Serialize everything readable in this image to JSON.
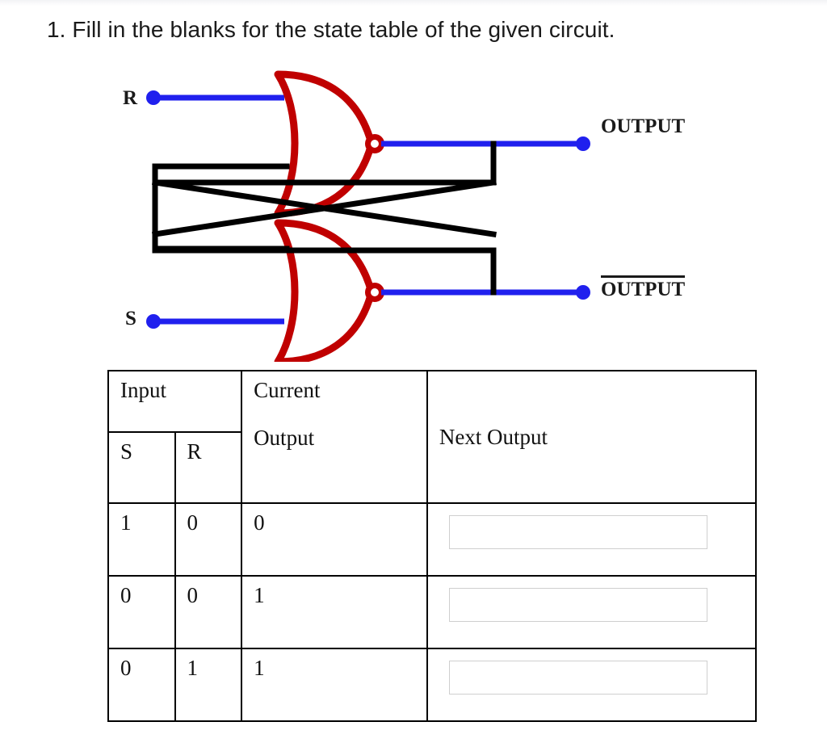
{
  "question": {
    "title": "1. Fill in the blanks for the state table of the given circuit."
  },
  "circuit": {
    "type": "sr-latch-nor",
    "gate_type": "NOR",
    "gate_color": "#C00000",
    "wire_color": "#2020EE",
    "feedback_color": "#000000",
    "inputs": [
      {
        "name": "input-r",
        "label": "R"
      },
      {
        "name": "input-s",
        "label": "S"
      }
    ],
    "outputs": [
      {
        "name": "output-q",
        "label": "OUTPUT",
        "overline": false
      },
      {
        "name": "output-q-bar",
        "label": "OUTPUT",
        "overline": true
      }
    ]
  },
  "state_table": {
    "group_header": "Input",
    "columns": [
      "S",
      "R",
      "Current Output",
      "Next Output"
    ],
    "column_labels": {
      "s": "S",
      "r": "R",
      "current_output_line1": "Current",
      "current_output_line2": "Output",
      "next_output": "Next Output"
    },
    "rows": [
      {
        "s": "1",
        "r": "0",
        "current_output": "0",
        "next_output": ""
      },
      {
        "s": "0",
        "r": "0",
        "current_output": "1",
        "next_output": ""
      },
      {
        "s": "0",
        "r": "1",
        "current_output": "1",
        "next_output": ""
      }
    ]
  }
}
